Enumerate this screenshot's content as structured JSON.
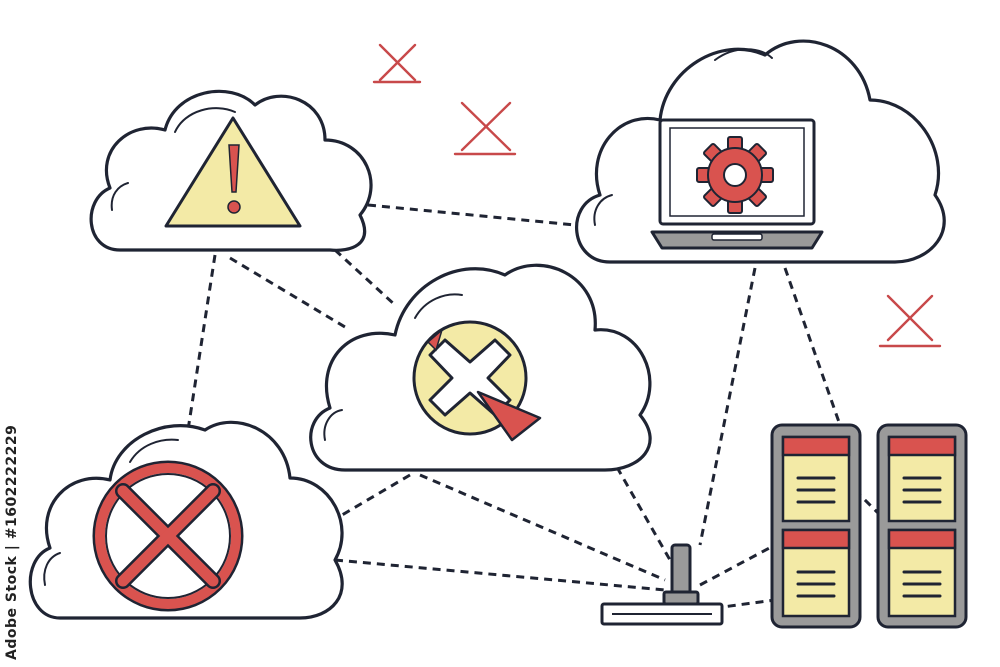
{
  "watermark": {
    "text": "Adobe Stock | #1602222229"
  },
  "nodes": [
    {
      "id": "cloud-warning",
      "icon": "warning-triangle-icon"
    },
    {
      "id": "cloud-laptop",
      "icon": "laptop-gear-icon"
    },
    {
      "id": "cloud-broken-cursor",
      "icon": "x-cursor-icon"
    },
    {
      "id": "cloud-error",
      "icon": "circle-x-icon"
    },
    {
      "id": "network-switch",
      "icon": "network-hub-icon"
    },
    {
      "id": "server-rack-left",
      "icon": "server-icon"
    },
    {
      "id": "server-rack-right",
      "icon": "server-icon"
    }
  ],
  "colors": {
    "outline": "#1f2433",
    "accent_red": "#d9534f",
    "accent_yellow": "#f3eaa6",
    "server_gray": "#9a9a9a",
    "marker_red": "#c8494a"
  }
}
